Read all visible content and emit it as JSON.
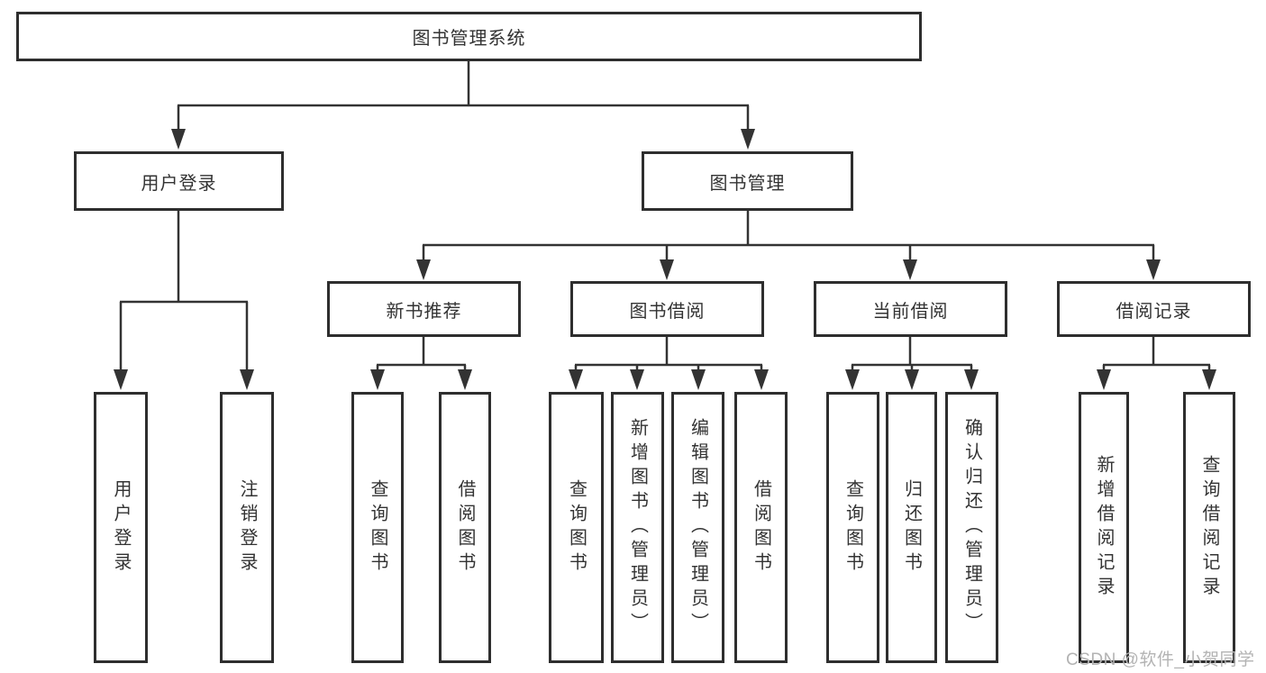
{
  "diagram": {
    "root": {
      "label": "图书管理系统"
    },
    "branches": [
      {
        "label": "用户登录",
        "children": [
          {
            "label": "用户登录"
          },
          {
            "label": "注销登录"
          }
        ]
      },
      {
        "label": "图书管理",
        "children": [
          {
            "label": "新书推荐",
            "children": [
              {
                "label": "查询图书"
              },
              {
                "label": "借阅图书"
              }
            ]
          },
          {
            "label": "图书借阅",
            "children": [
              {
                "label": "查询图书"
              },
              {
                "label": "新增图书（管理员）"
              },
              {
                "label": "编辑图书（管理员）"
              },
              {
                "label": "借阅图书"
              }
            ]
          },
          {
            "label": "当前借阅",
            "children": [
              {
                "label": "查询图书"
              },
              {
                "label": "归还图书"
              },
              {
                "label": "确认归还（管理员）"
              }
            ]
          },
          {
            "label": "借阅记录",
            "children": [
              {
                "label": "新增借阅记录"
              },
              {
                "label": "查询借阅记录"
              }
            ]
          }
        ]
      }
    ]
  },
  "watermark": {
    "text": "CSDN @软件_小贺同学",
    "color": "#b3b3b3"
  },
  "colors": {
    "line": "#333333",
    "box_border": "#2e2e2e",
    "text": "#333333",
    "background": "#ffffff"
  }
}
